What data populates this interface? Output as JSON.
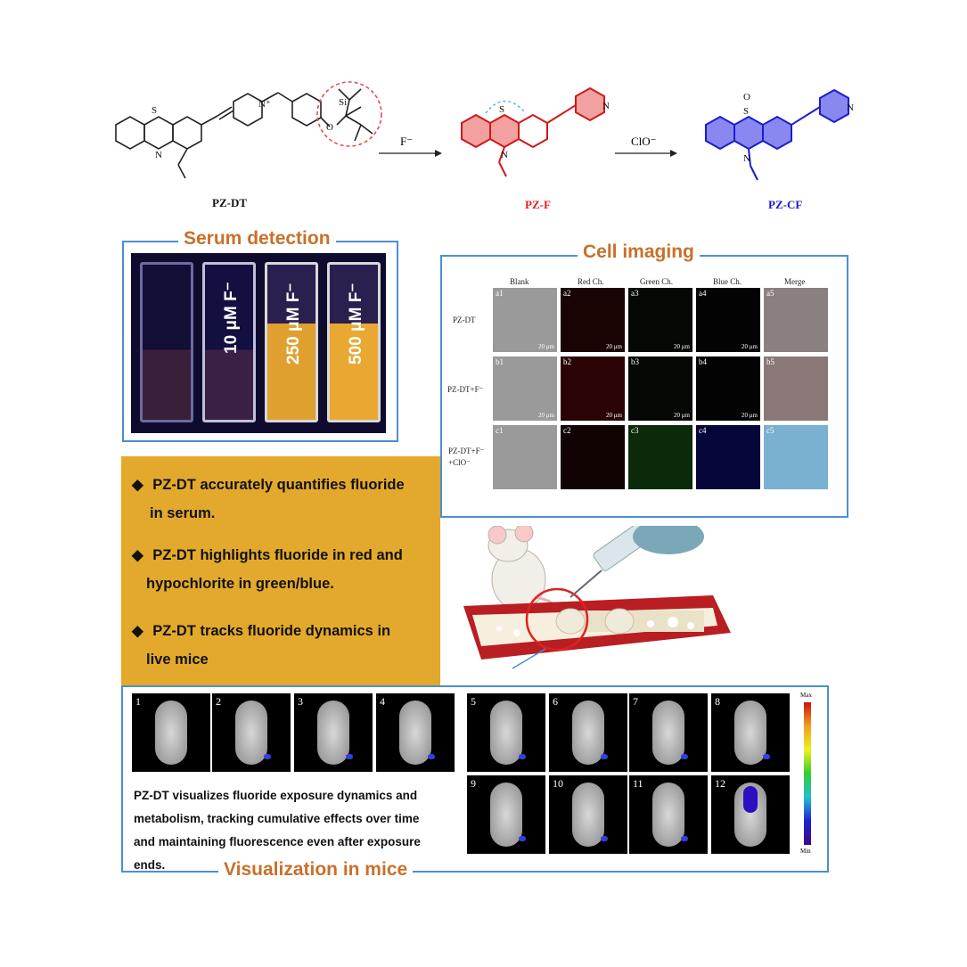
{
  "reaction": {
    "compounds": [
      {
        "name": "PZ-DT",
        "color": "#111111"
      },
      {
        "name": "PZ-F",
        "color": "#e02020"
      },
      {
        "name": "PZ-CF",
        "color": "#1a1ad0"
      }
    ],
    "reagents": [
      "F⁻",
      "ClO⁻"
    ],
    "atom_labels": {
      "S": "S",
      "N": "N",
      "Nplus": "N⁺",
      "O": "O",
      "Si": "Si"
    }
  },
  "serum": {
    "title": "Serum detection",
    "cuvettes": [
      "",
      "10 μM F⁻",
      "250 μM F⁻",
      "500 μM F⁻"
    ]
  },
  "cell": {
    "title": "Cell imaging",
    "columns": [
      "Blank",
      "Red Ch.",
      "Green Ch.",
      "Blue Ch.",
      "Merge"
    ],
    "rows": [
      "PZ-DT",
      "PZ-DT+F⁻",
      "PZ-DT+F⁻ +ClO⁻"
    ],
    "scale_bar": "20 μm",
    "sublabels": [
      [
        "a1",
        "a2",
        "a3",
        "a4",
        "a5"
      ],
      [
        "b1",
        "b2",
        "b3",
        "b4",
        "b5"
      ],
      [
        "c1",
        "c2",
        "c3",
        "c4",
        "c5"
      ]
    ]
  },
  "summary": {
    "bullets": [
      [
        "PZ-DT accurately quantifies fluoride",
        "in serum."
      ],
      [
        "PZ-DT highlights fluoride in red and",
        "hypochlorite in green/blue."
      ],
      [
        "PZ-DT tracks fluoride dynamics in",
        "live mice"
      ]
    ],
    "bullet_symbol": "◆"
  },
  "mice": {
    "title": "Visualization in mice",
    "description_lines": [
      "PZ-DT visualizes fluoride exposure dynamics and",
      "metabolism, tracking cumulative effects over time",
      "and maintaining fluorescence even after exposure",
      "ends."
    ],
    "frames": [
      "1",
      "2",
      "3",
      "4",
      "5",
      "6",
      "7",
      "8",
      "9",
      "10",
      "11",
      "12"
    ],
    "colorbar": {
      "max": "Max",
      "min": "Min"
    }
  }
}
